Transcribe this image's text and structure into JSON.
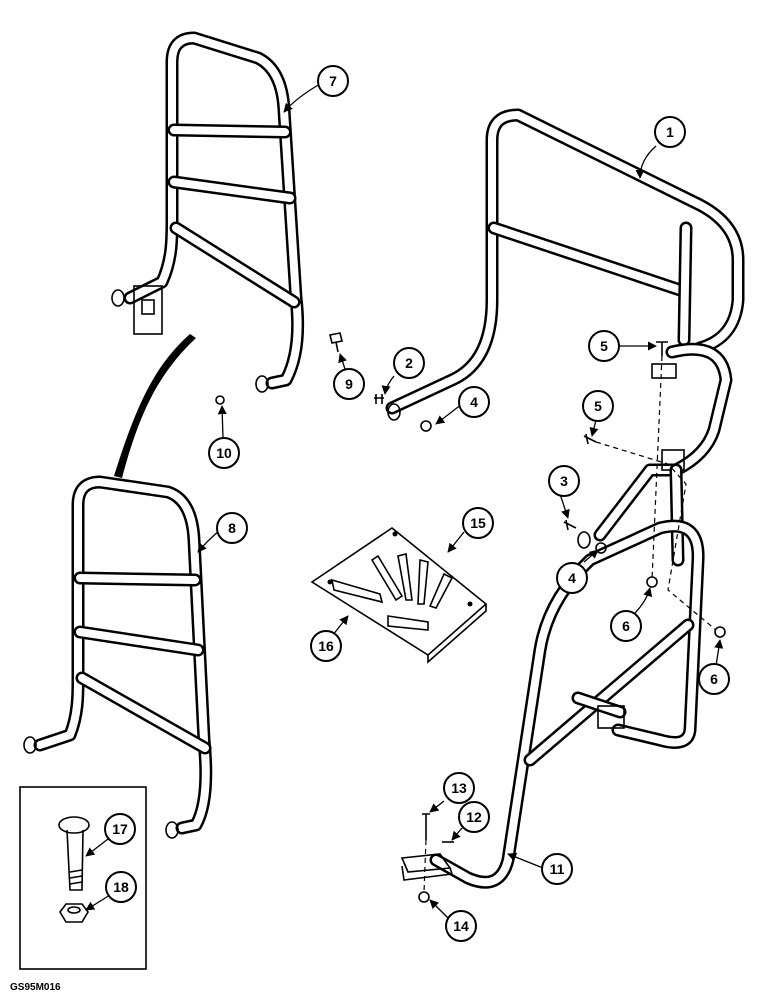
{
  "figure_code": "GS95M016",
  "callouts": [
    "1",
    "2",
    "3",
    "4",
    "5",
    "6",
    "7",
    "8",
    "9",
    "10",
    "11",
    "12",
    "13",
    "14",
    "15",
    "16",
    "17",
    "18"
  ]
}
